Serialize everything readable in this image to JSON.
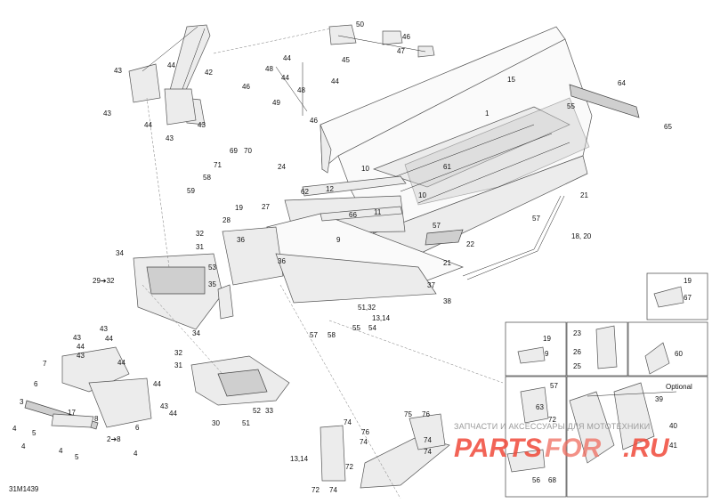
{
  "diagram_code": "31M1439",
  "optional_label": "Optional",
  "watermark": {
    "top_text": "ЗАПЧАСТИ И АКСЕССУАРЫ ДЛЯ МОТОТЕХНИКИ",
    "brand_a": "PARTS",
    "brand_for": "FOR",
    "brand_b": ".RU"
  },
  "callouts": [
    {
      "id": "c50",
      "text": "50"
    },
    {
      "id": "c46a",
      "text": "46"
    },
    {
      "id": "c47",
      "text": "47"
    },
    {
      "id": "c45",
      "text": "45"
    },
    {
      "id": "c44a",
      "text": "44"
    },
    {
      "id": "c48a",
      "text": "48"
    },
    {
      "id": "c44b",
      "text": "44"
    },
    {
      "id": "c46b",
      "text": "46"
    },
    {
      "id": "c44c",
      "text": "44"
    },
    {
      "id": "c48b",
      "text": "48"
    },
    {
      "id": "c49",
      "text": "49"
    },
    {
      "id": "c46c",
      "text": "46"
    },
    {
      "id": "c15",
      "text": "15"
    },
    {
      "id": "c64",
      "text": "64"
    },
    {
      "id": "c1",
      "text": "1"
    },
    {
      "id": "c55a",
      "text": "55"
    },
    {
      "id": "c65",
      "text": "65"
    },
    {
      "id": "c43a",
      "text": "43"
    },
    {
      "id": "c44d",
      "text": "44"
    },
    {
      "id": "c42",
      "text": "42"
    },
    {
      "id": "c43b",
      "text": "43"
    },
    {
      "id": "c44e",
      "text": "44"
    },
    {
      "id": "c43c",
      "text": "43"
    },
    {
      "id": "c43d",
      "text": "43"
    },
    {
      "id": "c69",
      "text": "69"
    },
    {
      "id": "c70",
      "text": "70"
    },
    {
      "id": "c71",
      "text": "71"
    },
    {
      "id": "c24",
      "text": "24"
    },
    {
      "id": "c58a",
      "text": "58"
    },
    {
      "id": "c59",
      "text": "59"
    },
    {
      "id": "c62",
      "text": "62"
    },
    {
      "id": "c27",
      "text": "27"
    },
    {
      "id": "c10a",
      "text": "10"
    },
    {
      "id": "c61",
      "text": "61"
    },
    {
      "id": "c12",
      "text": "12"
    },
    {
      "id": "c10b",
      "text": "10"
    },
    {
      "id": "c21a",
      "text": "21"
    },
    {
      "id": "c19a",
      "text": "19"
    },
    {
      "id": "c28",
      "text": "28"
    },
    {
      "id": "c66",
      "text": "66"
    },
    {
      "id": "c11",
      "text": "11"
    },
    {
      "id": "c57a",
      "text": "57"
    },
    {
      "id": "c57b",
      "text": "57"
    },
    {
      "id": "c32a",
      "text": "32"
    },
    {
      "id": "c31a",
      "text": "31"
    },
    {
      "id": "c36a",
      "text": "36"
    },
    {
      "id": "c9a",
      "text": "9"
    },
    {
      "id": "c22",
      "text": "22"
    },
    {
      "id": "c18_20",
      "text": "18, 20"
    },
    {
      "id": "c34a",
      "text": "34"
    },
    {
      "id": "c53",
      "text": "53"
    },
    {
      "id": "c36b",
      "text": "36"
    },
    {
      "id": "c21b",
      "text": "21"
    },
    {
      "id": "c35",
      "text": "35"
    },
    {
      "id": "c37",
      "text": "37"
    },
    {
      "id": "c38",
      "text": "38"
    },
    {
      "id": "c51_32",
      "text": "51,32"
    },
    {
      "id": "c13_14a",
      "text": "13,14"
    },
    {
      "id": "c34b",
      "text": "34"
    },
    {
      "id": "c57c",
      "text": "57"
    },
    {
      "id": "c58b",
      "text": "58"
    },
    {
      "id": "c55b",
      "text": "55"
    },
    {
      "id": "c54",
      "text": "54"
    },
    {
      "id": "c32b",
      "text": "32"
    },
    {
      "id": "c31b",
      "text": "31"
    },
    {
      "id": "c19b",
      "text": "19"
    },
    {
      "id": "c67",
      "text": "67"
    },
    {
      "id": "c43e",
      "text": "43"
    },
    {
      "id": "c44f",
      "text": "44"
    },
    {
      "id": "c43f",
      "text": "43"
    },
    {
      "id": "c44g",
      "text": "44"
    },
    {
      "id": "c43g",
      "text": "43"
    },
    {
      "id": "c7",
      "text": "7"
    },
    {
      "id": "c44h",
      "text": "44"
    },
    {
      "id": "c6a",
      "text": "6"
    },
    {
      "id": "c44i",
      "text": "44"
    },
    {
      "id": "c43h",
      "text": "43"
    },
    {
      "id": "c44j",
      "text": "44"
    },
    {
      "id": "c3",
      "text": "3"
    },
    {
      "id": "c17",
      "text": "17"
    },
    {
      "id": "c4a",
      "text": "4"
    },
    {
      "id": "c8",
      "text": "8"
    },
    {
      "id": "c5a",
      "text": "5"
    },
    {
      "id": "c4b",
      "text": "4"
    },
    {
      "id": "c6b",
      "text": "6"
    },
    {
      "id": "c5b",
      "text": "5"
    },
    {
      "id": "c4c",
      "text": "4"
    },
    {
      "id": "c2_8",
      "text": "2➔8"
    },
    {
      "id": "c4d",
      "text": "4"
    },
    {
      "id": "c30",
      "text": "30"
    },
    {
      "id": "c52",
      "text": "52"
    },
    {
      "id": "c33",
      "text": "33"
    },
    {
      "id": "c51",
      "text": "51"
    },
    {
      "id": "c29_32",
      "text": "29➔32"
    },
    {
      "id": "c19c",
      "text": "19"
    },
    {
      "id": "c9b",
      "text": "9"
    },
    {
      "id": "c23",
      "text": "23"
    },
    {
      "id": "c26",
      "text": "26"
    },
    {
      "id": "c25",
      "text": "25"
    },
    {
      "id": "c60",
      "text": "60"
    },
    {
      "id": "c57d",
      "text": "57"
    },
    {
      "id": "c63",
      "text": "63"
    },
    {
      "id": "c72a",
      "text": "72"
    },
    {
      "id": "c39",
      "text": "39"
    },
    {
      "id": "c40",
      "text": "40"
    },
    {
      "id": "c41",
      "text": "41"
    },
    {
      "id": "c75",
      "text": "75"
    },
    {
      "id": "c76a",
      "text": "76"
    },
    {
      "id": "c74a",
      "text": "74"
    },
    {
      "id": "c76b",
      "text": "76"
    },
    {
      "id": "c74b",
      "text": "74"
    },
    {
      "id": "c74c",
      "text": "74"
    },
    {
      "id": "c74d",
      "text": "74"
    },
    {
      "id": "c13_14b",
      "text": "13,14"
    },
    {
      "id": "c72b",
      "text": "72"
    },
    {
      "id": "c72c",
      "text": "72"
    },
    {
      "id": "c74e",
      "text": "74"
    },
    {
      "id": "c56",
      "text": "56"
    },
    {
      "id": "c68",
      "text": "68"
    }
  ]
}
